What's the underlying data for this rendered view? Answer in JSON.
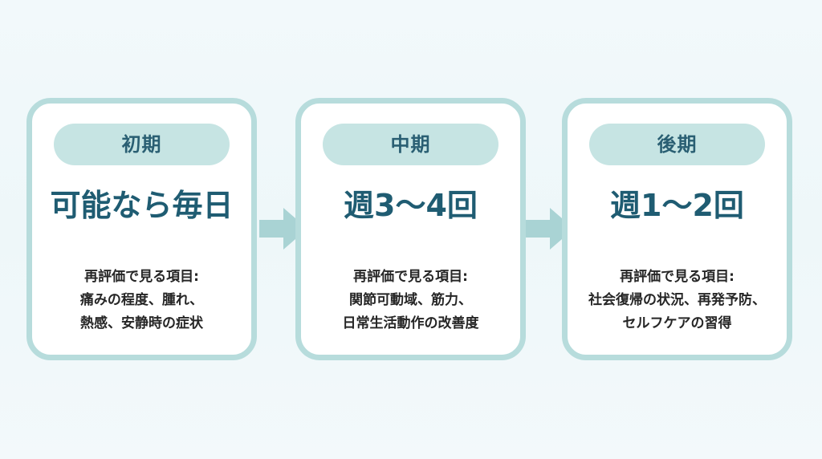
{
  "phases": [
    {
      "label": "初期",
      "frequency": "可能なら毎日",
      "lines": [
        "再評価で見る項目:",
        "痛みの程度、腫れ、",
        "熱感、安静時の症状"
      ]
    },
    {
      "label": "中期",
      "frequency": "週3〜4回",
      "lines": [
        "再評価で見る項目:",
        "関節可動域、筋力、",
        "日常生活動作の改善度"
      ]
    },
    {
      "label": "後期",
      "frequency": "週1〜2回",
      "lines": [
        "再評価で見る項目:",
        "社会復帰の状況、再発予防、",
        "セルフケアの習得"
      ]
    }
  ],
  "colors": {
    "card_border": "#b7dcdc",
    "pill_bg": "#c6e4e3",
    "accent_text": "#1f5c72",
    "highlight": "#f6de7f",
    "arrow": "#a9d3d4"
  }
}
